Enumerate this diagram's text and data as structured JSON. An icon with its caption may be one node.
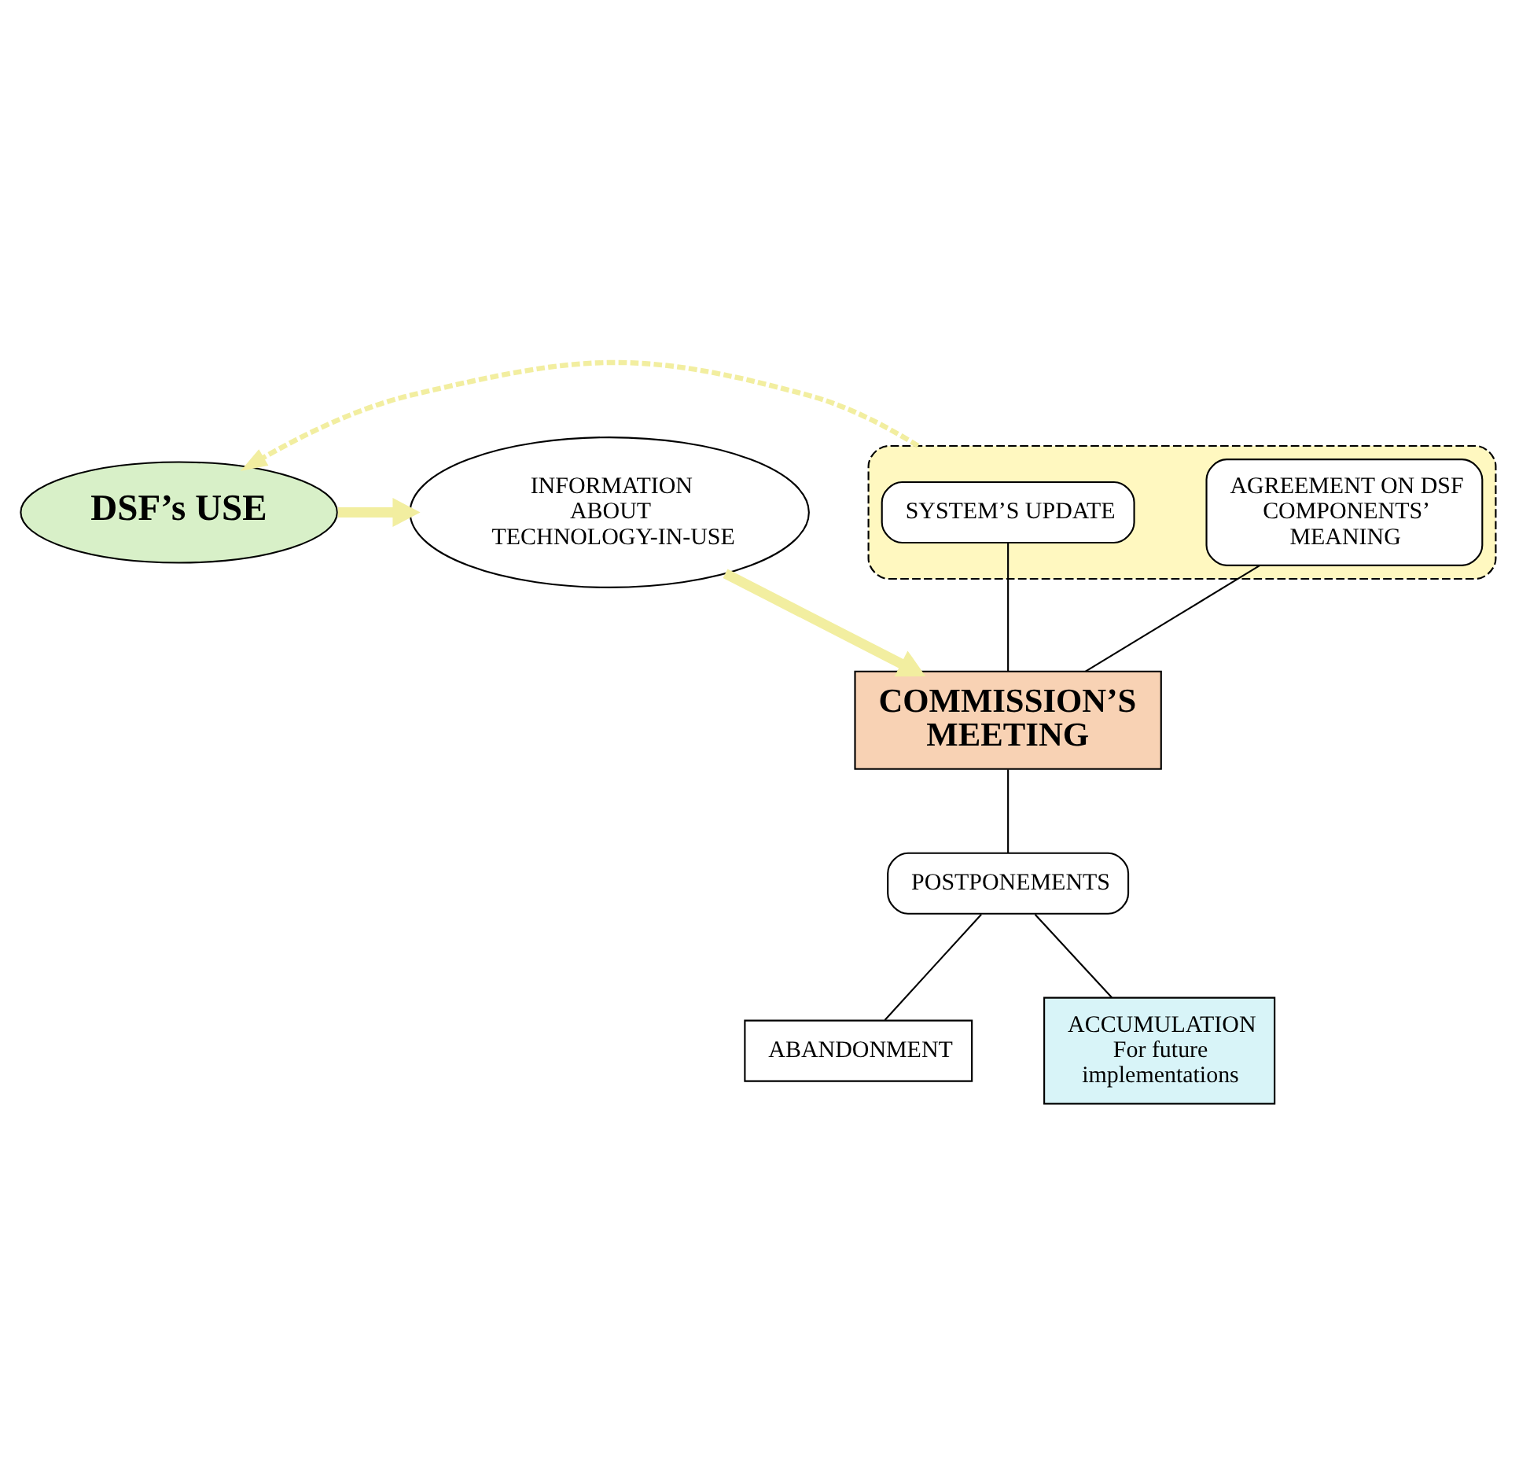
{
  "diagram": {
    "nodes": [
      {
        "text": [
          "DSF’s USE"
        ]
      },
      {
        "text": [
          "INFORMATION ABOUT TECHNOLOGY-IN-USE"
        ]
      },
      {
        "text": [],
        "shape": "box"
      },
      {
        "text": [
          "AGREEMENT ON DSF COMPONENTS’ MEANING"
        ],
        "in": 2
      },
      {
        "text": [
          "SYSTEM’S UPDATE"
        ],
        "in": 2
      },
      {
        "text": [
          "COMMISSION’S MEETING"
        ]
      },
      {
        "text": [
          "POSTPONEMENTS"
        ]
      },
      {
        "text": [
          "ABANDONMENT"
        ]
      },
      {
        "text": [
          "ACCUMULATION",
          "For future implementations"
        ]
      }
    ],
    "edges": [
      {
        "from": 0,
        "to": 1,
        "arrow": "to",
        "style": "thick",
        "color": "#f2eea0"
      },
      {
        "from": 1,
        "to": 5,
        "arrow": "to",
        "style": "thick",
        "color": "#f2eea0"
      },
      {
        "from": 3,
        "to": 5,
        "arrow": "none"
      },
      {
        "from": 4,
        "to": 5,
        "arrow": "none"
      },
      {
        "from": 2,
        "to": 0,
        "arrow": "to",
        "style": "dashed",
        "color": "#f2eea0"
      },
      {
        "from": 6,
        "to": 5,
        "arrow": "none"
      },
      {
        "from": 7,
        "to": 6,
        "arrow": "none"
      },
      {
        "from": 8,
        "to": 6,
        "arrow": "none"
      }
    ]
  }
}
